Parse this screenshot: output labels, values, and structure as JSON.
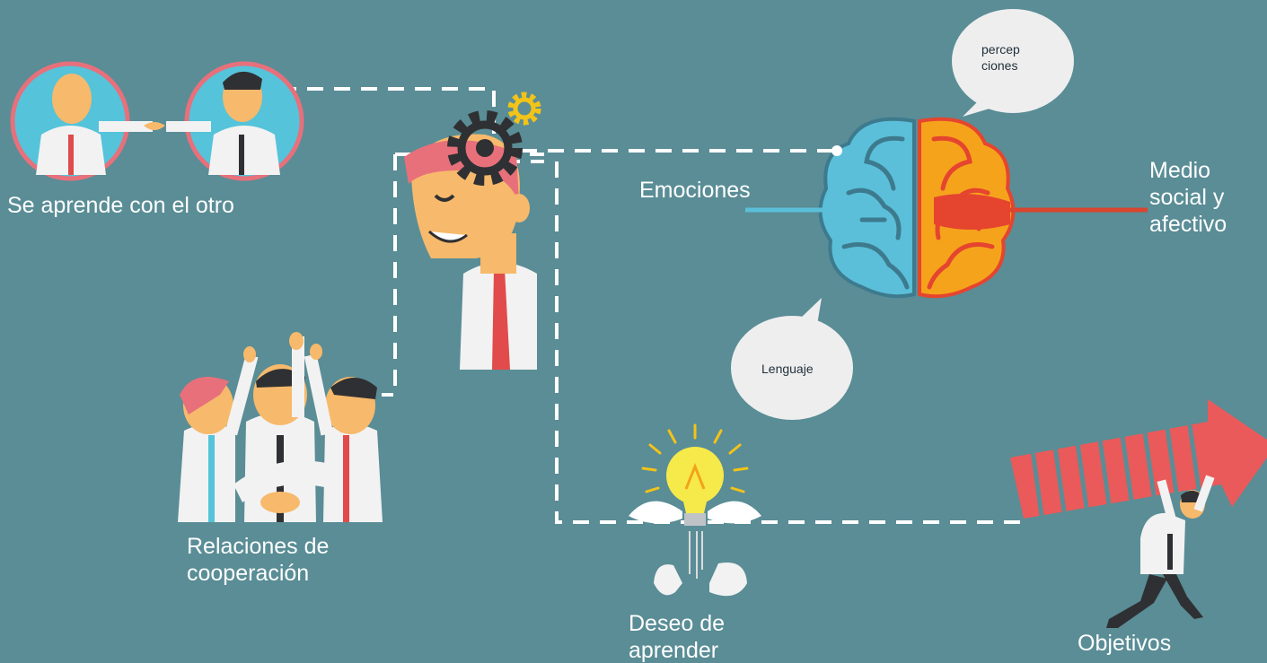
{
  "labels": {
    "se_aprende": "Se aprende con el otro",
    "relaciones": "Relaciones de\ncooperación",
    "emociones": "Emociones",
    "medio_social": "Medio\nsocial y\nafectivo",
    "deseo": "Deseo de\naprender",
    "objetivos": "Objetivos"
  },
  "bubbles": {
    "percepciones": "percep\nciones",
    "lenguaje": "Lenguaje"
  },
  "colors": {
    "background": "#5a8d96",
    "brain_left": "#5bbfd9",
    "brain_right": "#f6a31c",
    "brain_lines_right": "#e5452f",
    "arrow": "#ea5a5a",
    "skin": "#f7b96b",
    "shirt": "#f2f2f2",
    "tie": "#e14b4b",
    "gear_dark": "#2f3033",
    "gear_yellow": "#f2c318"
  },
  "icons": [
    "handshake-illustration",
    "thinking-head-illustration",
    "gear-icon",
    "brain-illustration",
    "speech-bubble-icon",
    "lightbulb-icon",
    "broken-egg-icon",
    "team-cheer-illustration",
    "arrow-illustration",
    "running-man-illustration"
  ]
}
